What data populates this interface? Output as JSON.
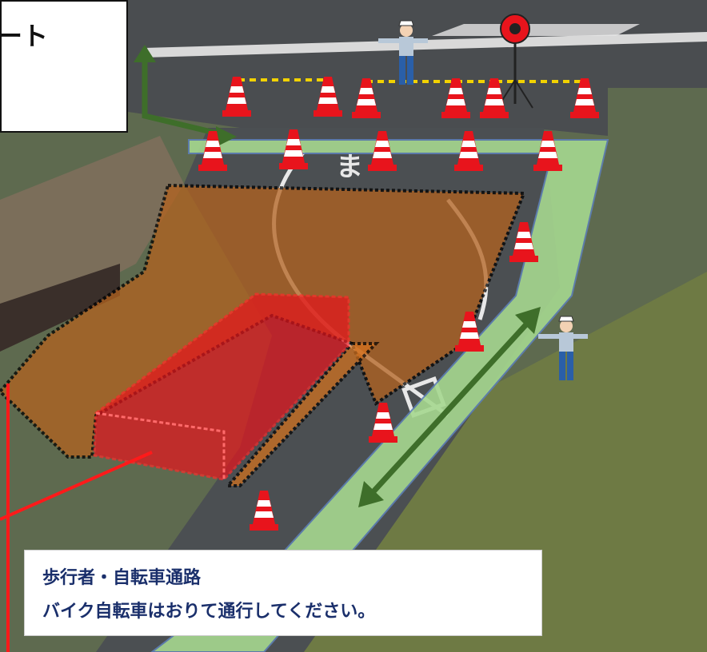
{
  "route_label_fragment": "ート",
  "notice": {
    "line1": "歩行者・自転車通路",
    "line2": "バイク自転車はおりて通行してください。"
  },
  "road_marking": "ま",
  "colors": {
    "walkway": "#9fd38a",
    "arrow": "#3e6e2a",
    "closed_zone": "#c8661a",
    "barrier_block": "#e8141c",
    "cone": "#e8141c",
    "notice_text": "#1a2f6b"
  },
  "icons": [
    "traffic-cone-icon",
    "flagman-icon",
    "warning-light-icon",
    "barrier-bar-icon"
  ]
}
